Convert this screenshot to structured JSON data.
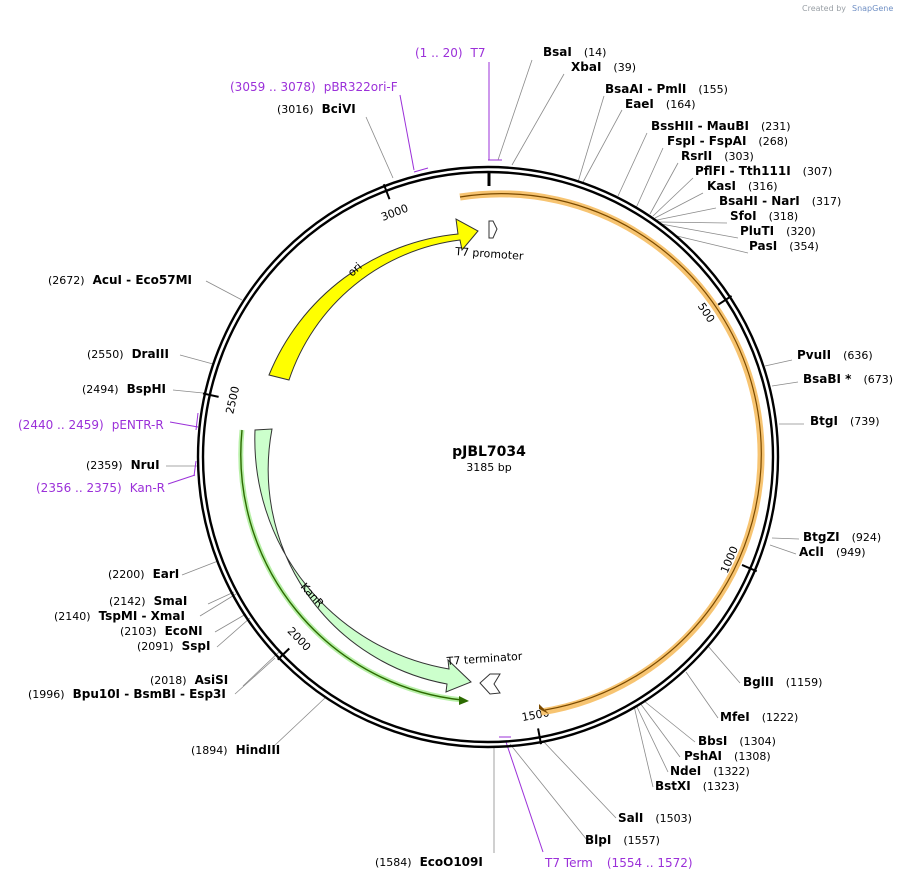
{
  "header": {
    "credit_prefix": "Created by",
    "credit_brand": "SnapGene"
  },
  "plasmid": {
    "name": "pJBL7034",
    "length_label": "3185 bp",
    "length": 3185
  },
  "colors": {
    "primer": "#9b30d9",
    "ori": "#ffff00",
    "kanr": "#ccffcc",
    "orf": "#f7c471",
    "backbone": "#000000"
  },
  "ticks": [
    "500",
    "1000",
    "1500",
    "2000",
    "2500",
    "3000"
  ],
  "features": {
    "ori": {
      "label": "ori"
    },
    "kanr": {
      "label": "KanR"
    },
    "t7_promoter": {
      "label": "T7 promoter"
    },
    "t7_terminator": {
      "label": "T7 terminator"
    }
  },
  "primers": [
    {
      "range": "(1 .. 20)",
      "name": "T7"
    },
    {
      "range": "(3059 .. 3078)",
      "name": "pBR322ori-F"
    },
    {
      "range": "(2440 .. 2459)",
      "name": "pENTR-R"
    },
    {
      "range": "(2356 .. 2375)",
      "name": "Kan-R"
    },
    {
      "range": "(1554 .. 1572)",
      "name": "T7 Term"
    }
  ],
  "sites": [
    {
      "name": "BsaI",
      "pos": "(14)"
    },
    {
      "name": "XbaI",
      "pos": "(39)"
    },
    {
      "name": "BsaAI - PmlI",
      "pos": "(155)"
    },
    {
      "name": "EaeI",
      "pos": "(164)"
    },
    {
      "name": "BssHII - MauBI",
      "pos": "(231)"
    },
    {
      "name": "FspI - FspAI",
      "pos": "(268)"
    },
    {
      "name": "RsrII",
      "pos": "(303)"
    },
    {
      "name": "PflFI - Tth111I",
      "pos": "(307)"
    },
    {
      "name": "KasI",
      "pos": "(316)"
    },
    {
      "name": "BsaHI - NarI",
      "pos": "(317)"
    },
    {
      "name": "SfoI",
      "pos": "(318)"
    },
    {
      "name": "PluTI",
      "pos": "(320)"
    },
    {
      "name": "PasI",
      "pos": "(354)"
    },
    {
      "name": "PvuII",
      "pos": "(636)"
    },
    {
      "name": "BsaBI *",
      "pos": "(673)"
    },
    {
      "name": "BtgI",
      "pos": "(739)"
    },
    {
      "name": "BtgZI",
      "pos": "(924)"
    },
    {
      "name": "AclI",
      "pos": "(949)"
    },
    {
      "name": "BglII",
      "pos": "(1159)"
    },
    {
      "name": "MfeI",
      "pos": "(1222)"
    },
    {
      "name": "BbsI",
      "pos": "(1304)"
    },
    {
      "name": "PshAI",
      "pos": "(1308)"
    },
    {
      "name": "NdeI",
      "pos": "(1322)"
    },
    {
      "name": "BstXI",
      "pos": "(1323)"
    },
    {
      "name": "SalI",
      "pos": "(1503)"
    },
    {
      "name": "BlpI",
      "pos": "(1557)"
    },
    {
      "name": "EcoO109I",
      "pos": "(1584)"
    },
    {
      "name": "HindIII",
      "pos": "(1894)"
    },
    {
      "name": "Bpu10I - BsmBI - Esp3I",
      "pos": "(1996)"
    },
    {
      "name": "AsiSI",
      "pos": "(2018)"
    },
    {
      "name": "SspI",
      "pos": "(2091)"
    },
    {
      "name": "EcoNI",
      "pos": "(2103)"
    },
    {
      "name": "TspMI - XmaI",
      "pos": "(2140)"
    },
    {
      "name": "SmaI",
      "pos": "(2142)"
    },
    {
      "name": "EarI",
      "pos": "(2200)"
    },
    {
      "name": "NruI",
      "pos": "(2359)"
    },
    {
      "name": "BspHI",
      "pos": "(2494)"
    },
    {
      "name": "DraIII",
      "pos": "(2550)"
    },
    {
      "name": "AcuI - Eco57MI",
      "pos": "(2672)"
    },
    {
      "name": "BciVI",
      "pos": "(3016)"
    }
  ]
}
